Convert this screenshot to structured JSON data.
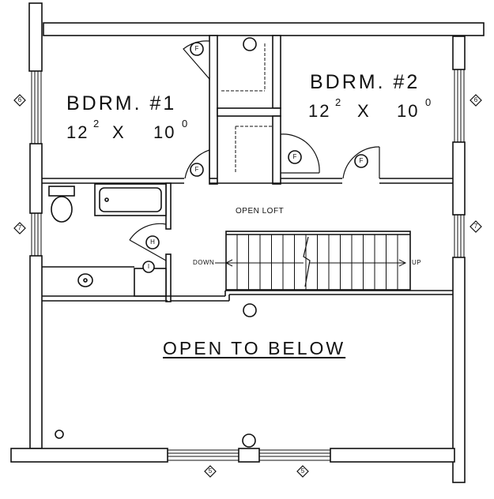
{
  "rooms": {
    "bedroom1": {
      "name": "BDRM. #1",
      "dim_a": "12",
      "dim_a_sup": "2",
      "times": "X",
      "dim_b": "10",
      "dim_b_sup": "0"
    },
    "bedroom2": {
      "name": "BDRM. #2",
      "dim_a": "12",
      "dim_a_sup": "2",
      "times": "X",
      "dim_b": "10",
      "dim_b_sup": "0"
    },
    "open_loft": "OPEN LOFT",
    "open_below": "OPEN TO BELOW"
  },
  "stair": {
    "down_label": "DOWN",
    "up_label": "UP"
  },
  "symbols": {
    "furnace": "F",
    "heater": "H",
    "water": "I"
  },
  "section_markers": {
    "left_upper": "6",
    "right_upper": "6",
    "left_lower": "7",
    "right_lower": "7",
    "bottom_left": "5",
    "bottom_right": "5"
  }
}
